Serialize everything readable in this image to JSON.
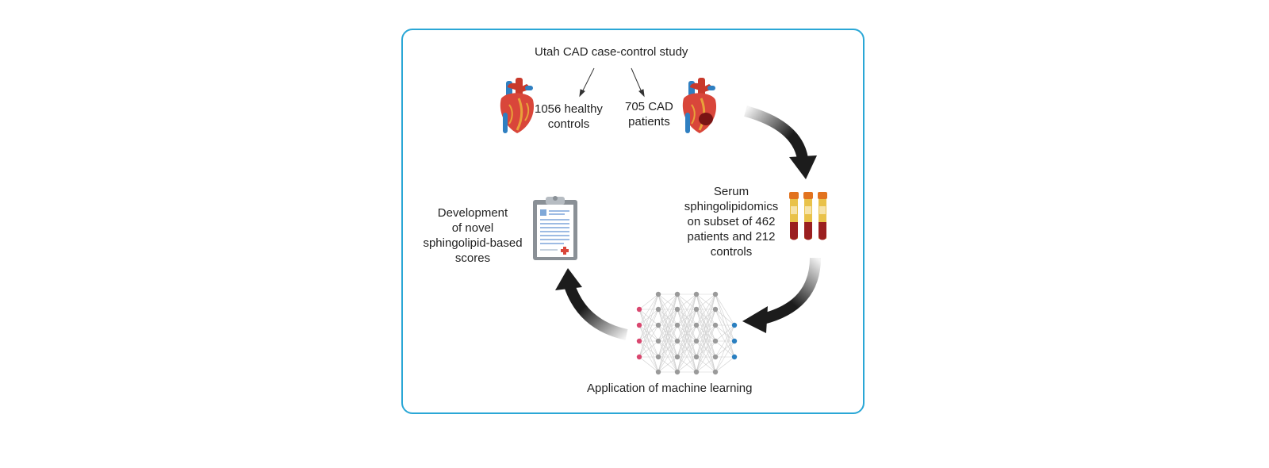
{
  "study": {
    "title": "Utah CAD case-control study",
    "controls_line1": "1056 healthy",
    "controls_line2": "controls",
    "patients_line1": "705 CAD",
    "patients_line2": "patients"
  },
  "serum": {
    "line1": "Serum",
    "line2": "sphingolipidomics",
    "line3": "on subset of 462",
    "line4": "patients and 212",
    "line5": "controls"
  },
  "scores": {
    "line1": "Development",
    "line2": "of novel",
    "line3": "sphingolipid-based",
    "line4": "scores"
  },
  "ml": {
    "label": "Application of machine learning"
  },
  "colors": {
    "frame": "#2aa7d6",
    "arrow": "#1c1c1c",
    "heart_red": "#c8392b",
    "vessel_blue": "#2f7fc1",
    "tube_cap": "#e2731f",
    "tube_serum": "#e9c24a",
    "tube_blood": "#9b1f1f",
    "input_node": "#d9476f",
    "output_node": "#2a7fc0",
    "hidden_node": "#9a9a9a"
  },
  "icons": [
    "heart-icon",
    "blood-tube-icon",
    "clipboard-icon",
    "neural-network-icon"
  ]
}
